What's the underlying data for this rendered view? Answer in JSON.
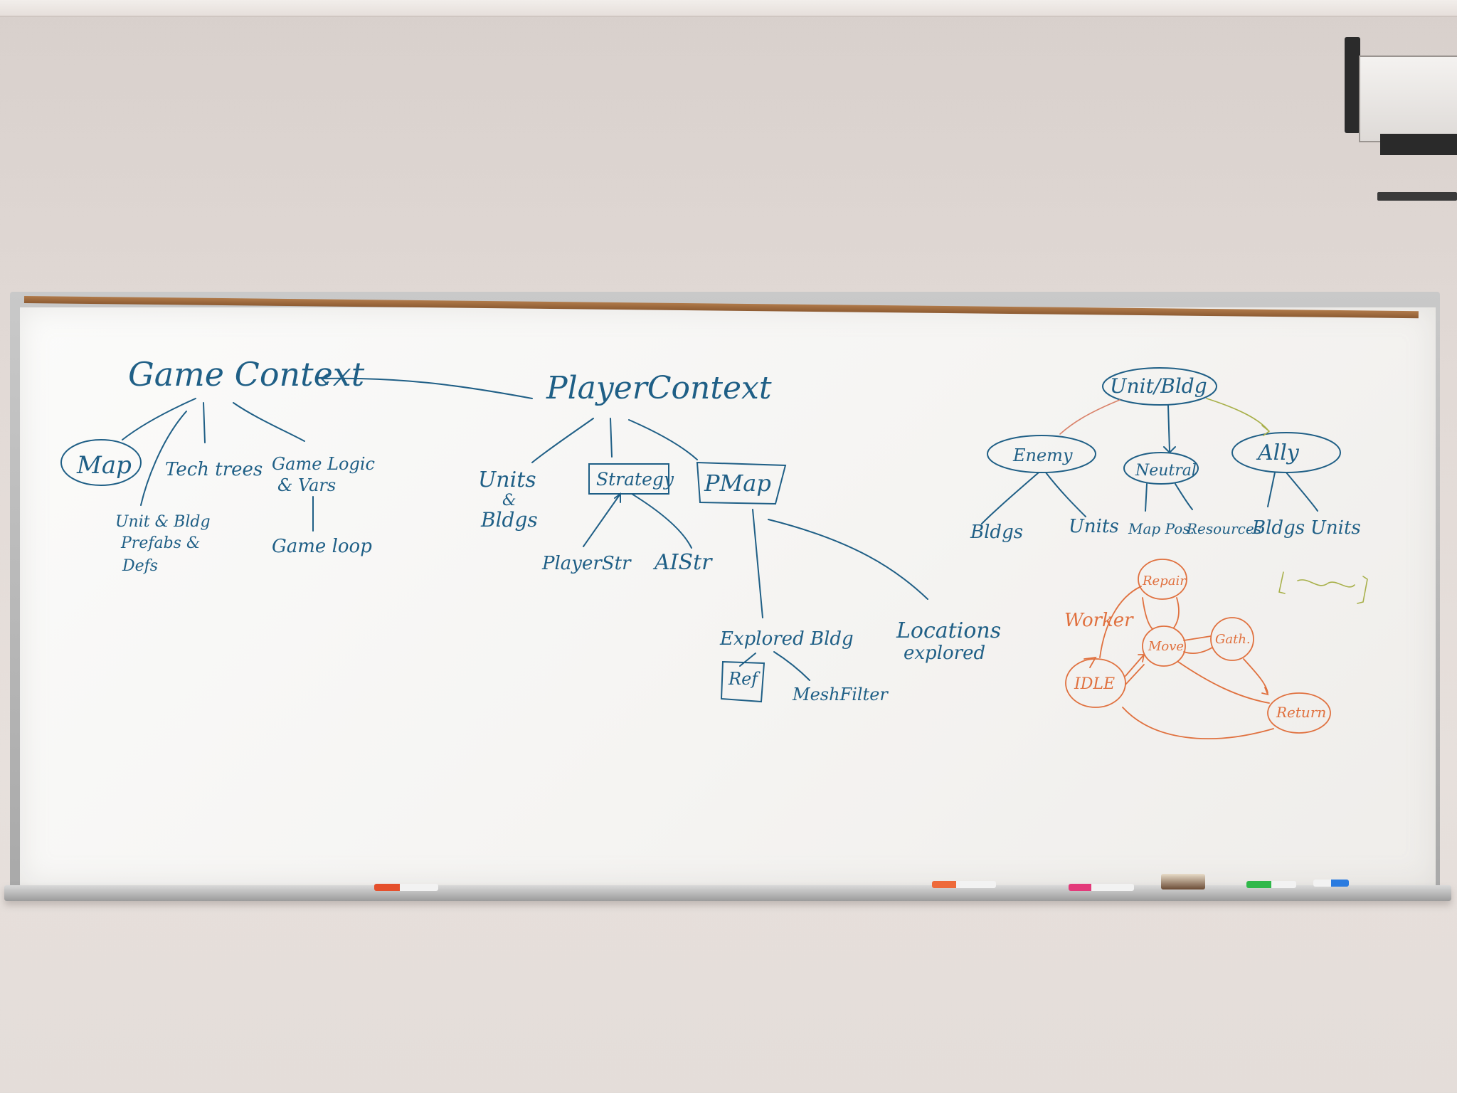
{
  "board": {
    "game_context": {
      "title": "Game Context",
      "map": "Map",
      "tech_trees": "Tech trees",
      "game_logic_line1": "Game Logic",
      "game_logic_line2": "& Vars",
      "game_loop": "Game loop",
      "prefabs_line1": "Unit & Bldg",
      "prefabs_line2": "Prefabs &",
      "prefabs_line3": "Defs"
    },
    "player_context": {
      "title": "PlayerContext",
      "units_line1": "Units",
      "units_line2": "&",
      "units_line3": "Bldgs",
      "strategy": "Strategy",
      "pmap": "PMap",
      "player_str": "PlayerStr",
      "ai_str": "AIStr",
      "explored_bldg": "Explored Bldg",
      "ref": "Ref",
      "mesh_filter": "MeshFilter",
      "locations_line1": "Locations",
      "locations_line2": "explored"
    },
    "unit_tree": {
      "root": "Unit/Bldg",
      "enemy": "Enemy",
      "neutral": "Neutral",
      "ally": "Ally",
      "enemy_bldgs": "Bldgs",
      "enemy_units": "Units",
      "map_pos": "Map Pos.",
      "resources": "Resources",
      "ally_bldgs": "Bldgs",
      "ally_units": "Units"
    },
    "worker_fsm": {
      "worker": "Worker",
      "repair": "Repair",
      "move": "Move",
      "gath": "Gath.",
      "idle": "IDLE",
      "return": "Return"
    },
    "colors": {
      "blue_ink": "#1f5f86",
      "orange_ink": "#e0713f",
      "green_ink": "#a8b04a"
    }
  }
}
